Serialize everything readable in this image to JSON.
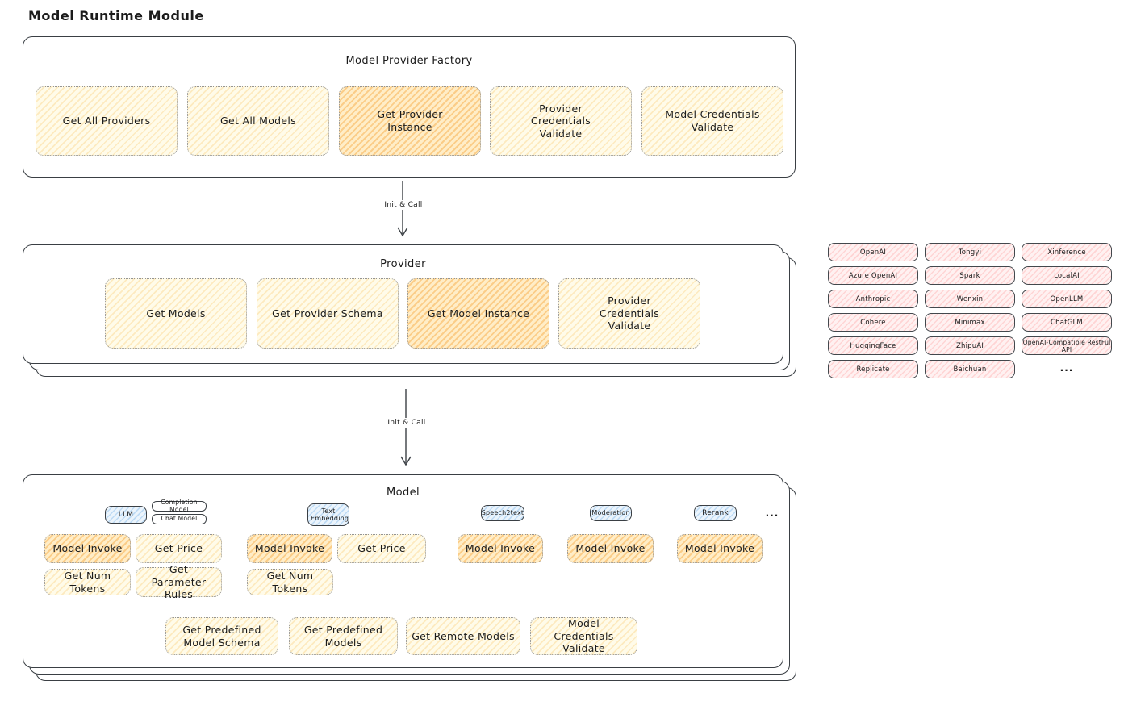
{
  "page_title": "Model Runtime Module",
  "arrows": {
    "first_label": "Init & Call",
    "second_label": "Init & Call"
  },
  "factory": {
    "title": "Model Provider Factory",
    "items": [
      {
        "label": "Get All Providers"
      },
      {
        "label": "Get All Models"
      },
      {
        "label": "Get Provider Instance"
      },
      {
        "label": "Provider Credentials Validate"
      },
      {
        "label": "Model Credentials Validate"
      }
    ]
  },
  "provider": {
    "title": "Provider",
    "items": [
      {
        "label": "Get Models"
      },
      {
        "label": "Get Provider Schema"
      },
      {
        "label": "Get Model Instance"
      },
      {
        "label": "Provider Credentials Validate"
      }
    ]
  },
  "vendors": {
    "grid": [
      [
        "OpenAI",
        "Tongyi",
        "Xinference"
      ],
      [
        "Azure OpenAI",
        "Spark",
        "LocalAI"
      ],
      [
        "Anthropic",
        "Wenxin",
        "OpenLLM"
      ],
      [
        "Cohere",
        "Minimax",
        "ChatGLM"
      ],
      [
        "HuggingFace",
        "ZhipuAI",
        "OpenAI-Compatible RestFul API"
      ],
      [
        "Replicate",
        "Baichuan",
        "..."
      ]
    ]
  },
  "model": {
    "title": "Model",
    "types": {
      "llm": "LLM",
      "completion": "Completion Model",
      "chat": "Chat Model",
      "text_embedding": "Text Embedding",
      "speech2text": "Speech2text",
      "moderation": "Moderation",
      "rerank": "Rerank",
      "more": "..."
    },
    "llm_ops": [
      {
        "label": "Model Invoke"
      },
      {
        "label": "Get Price"
      },
      {
        "label": "Get Num Tokens"
      },
      {
        "label": "Get Parameter Rules"
      }
    ],
    "embedding_ops": [
      {
        "label": "Model Invoke"
      },
      {
        "label": "Get Price"
      },
      {
        "label": "Get Num Tokens"
      }
    ],
    "speech2text_ops": [
      {
        "label": "Model Invoke"
      }
    ],
    "moderation_ops": [
      {
        "label": "Model Invoke"
      }
    ],
    "rerank_ops": [
      {
        "label": "Model Invoke"
      }
    ],
    "common_ops": [
      {
        "label": "Get Predefined Model Schema"
      },
      {
        "label": "Get Predefined Models"
      },
      {
        "label": "Get Remote Models"
      },
      {
        "label": "Model Credentials Validate"
      }
    ]
  },
  "colors": {
    "yellow_fill": "#fffbe9",
    "orange_fill": "#ffedc7",
    "pink_fill": "#fff1f1",
    "blue_fill": "#ebf4fc",
    "outline": "#3a3f44"
  }
}
